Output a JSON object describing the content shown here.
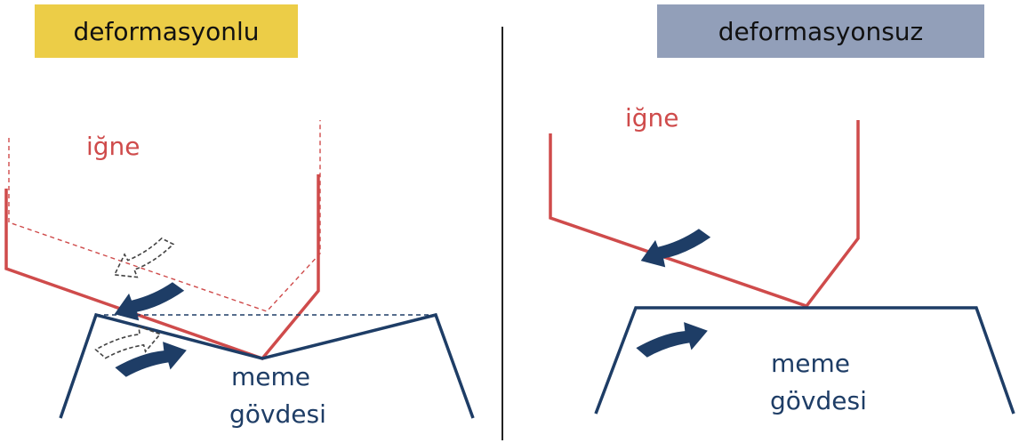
{
  "colors": {
    "needle": "#cf4b4b",
    "body": "#1e3d66",
    "deformed_badge": "#eccd47",
    "undeformed_badge": "#929fb9",
    "divider": "#222222",
    "ghost_arrow": "#444444"
  },
  "left_panel": {
    "title": "deformasyonlu",
    "needle_label": "iğne",
    "body_label_line1": "meme",
    "body_label_line2": "gövdesi"
  },
  "right_panel": {
    "title": "deformasyonsuz",
    "needle_label": "iğne",
    "body_label_line1": "meme",
    "body_label_line2": "gövdesi"
  },
  "icons": {
    "force_arrow": "curved-arrow-icon",
    "ghost_arrow": "dashed-curved-arrow-icon"
  }
}
